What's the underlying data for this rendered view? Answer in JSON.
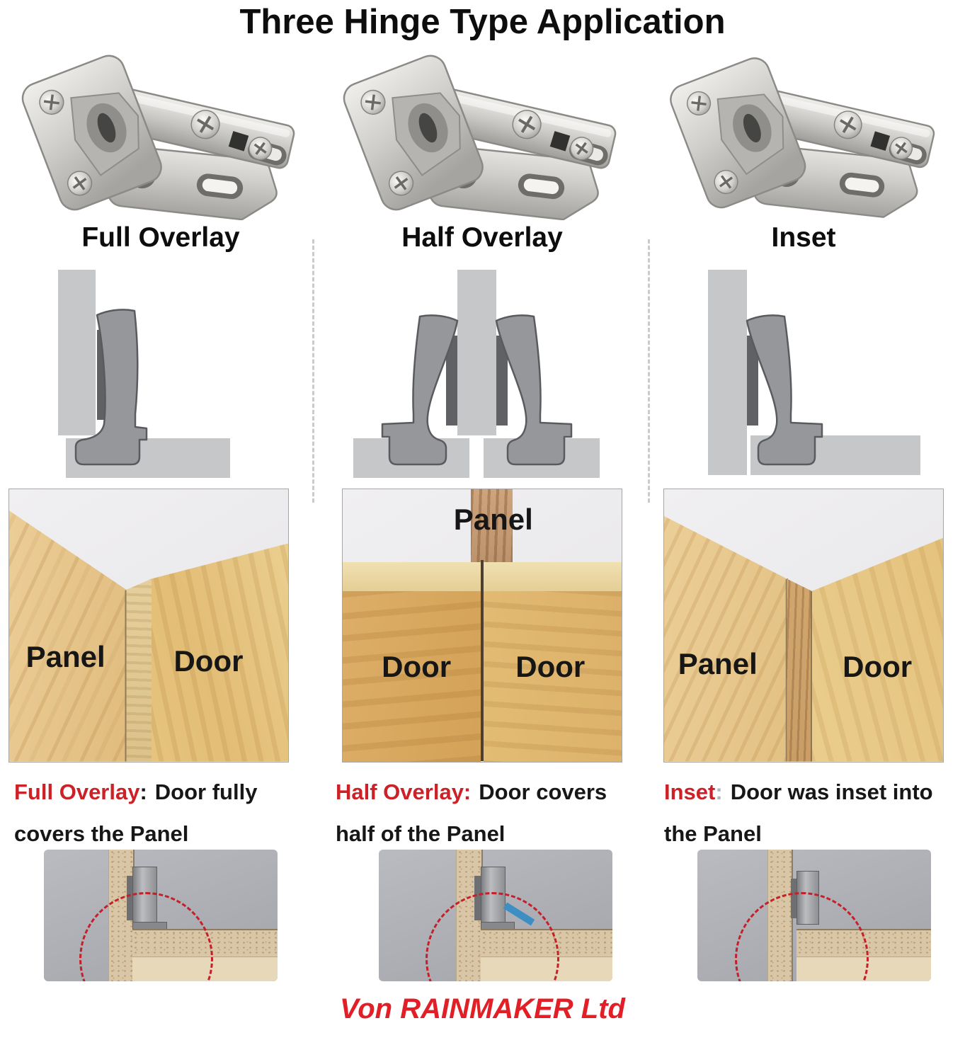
{
  "title": "Three Hinge Type Application",
  "footer": "Von RAINMAKER Ltd",
  "colors": {
    "caption_red": "#cc2127",
    "footer_red": "#e21e26",
    "diagram_panel_gray": "#c6c7c9",
    "diagram_hinge_gray": "#96979b",
    "diagram_cup_gray": "#606165",
    "circle_red": "#c5202a",
    "wood_door": "#e2bd75",
    "photo_bg_gray": "#a8aab0"
  },
  "columns": [
    {
      "label": "Full Overlay",
      "wood": {
        "left_label": "Panel",
        "right_label": "Door"
      },
      "caption": {
        "term": "Full Overlay",
        "colon": ":",
        "line1_rest": "Door fully",
        "line2": "covers the Panel"
      }
    },
    {
      "label": "Half Overlay",
      "wood": {
        "top_label": "Panel",
        "left_label": "Door",
        "right_label": "Door"
      },
      "caption": {
        "term": "Half Overlay:",
        "colon": "",
        "line1_rest": "Door covers",
        "line2": "half of the Panel"
      }
    },
    {
      "label": "Inset",
      "wood": {
        "left_label": "Panel",
        "right_label": "Door"
      },
      "caption": {
        "term": "Inset",
        "colon": ":",
        "line1_rest": "Door was inset into",
        "line2": "the Panel"
      }
    }
  ]
}
